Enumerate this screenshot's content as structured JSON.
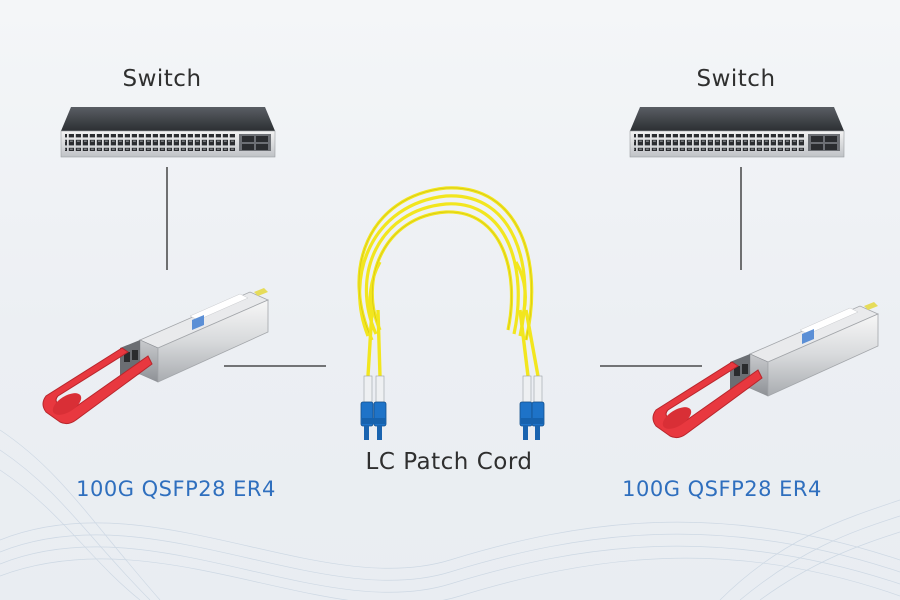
{
  "left_switch": {
    "label": "Switch"
  },
  "right_switch": {
    "label": "Switch"
  },
  "left_module": {
    "label": "100G QSFP28 ER4"
  },
  "right_module": {
    "label": "100G QSFP28 ER4"
  },
  "patch_cord": {
    "label": "LC Patch Cord"
  },
  "colors": {
    "module_label": "#2f6fbe",
    "pull_tab": "#e8383f",
    "fiber": "#f2e61e",
    "lc_connector": "#1e73c8",
    "switch_body": "#3a3d42",
    "connector_line": "#2a2a2a"
  }
}
